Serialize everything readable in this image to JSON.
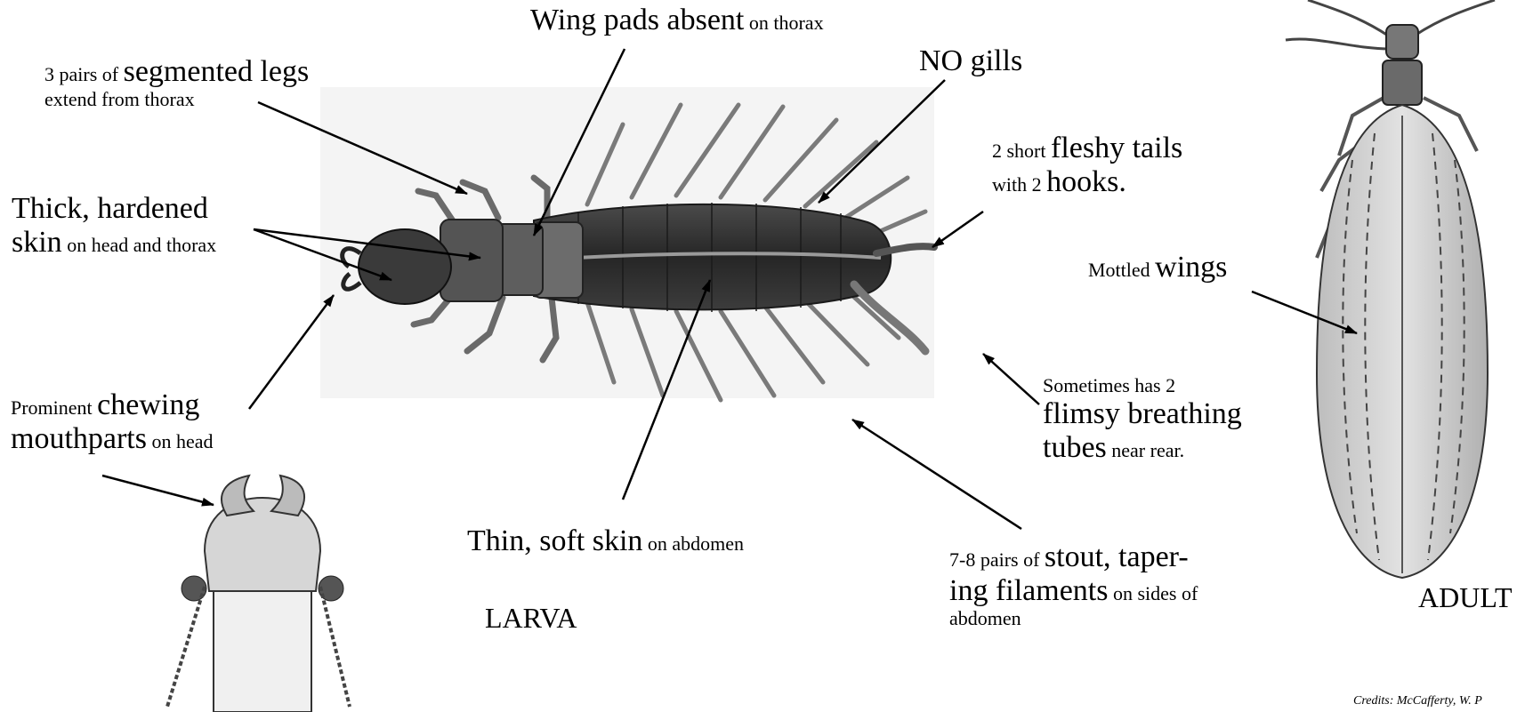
{
  "labels": {
    "wing_pads": {
      "big": "Wing pads absent",
      "small": " on thorax"
    },
    "legs": {
      "small1": "3 pairs of ",
      "big": "segmented legs",
      "small2": "extend from thorax"
    },
    "gills": {
      "big": "NO gills"
    },
    "skin_head": {
      "big1": "Thick, hardened",
      "big2": "skin",
      "small": " on head and thorax"
    },
    "tails": {
      "small1": "2 short ",
      "big1": "fleshy tails",
      "small2": "with  2 ",
      "big2": "hooks."
    },
    "wings": {
      "small": "Mottled ",
      "big": "wings"
    },
    "mouthparts": {
      "small1": "Prominent ",
      "big1": "chewing",
      "big2": "mouthparts",
      "small2": " on head"
    },
    "tubes": {
      "small1": "Sometimes has 2",
      "big1": "flimsy breathing",
      "big2": "tubes",
      "small2": " near rear."
    },
    "abdomen_skin": {
      "big": "Thin, soft skin",
      "small": " on abdomen"
    },
    "filaments": {
      "small1": "7-8 pairs of ",
      "big1": "stout, taper-",
      "big2": "ing filaments",
      "small2": " on sides of",
      "small3": "abdomen"
    }
  },
  "titles": {
    "larva": "LARVA",
    "adult": "ADULT"
  },
  "credits": "Credits:  McCafferty, W. P",
  "colors": {
    "larva_body": "#2f2f2f",
    "larva_plate": "#5a5a5a",
    "adult_wing": "#c9c9c9",
    "arrow": "#000000"
  }
}
